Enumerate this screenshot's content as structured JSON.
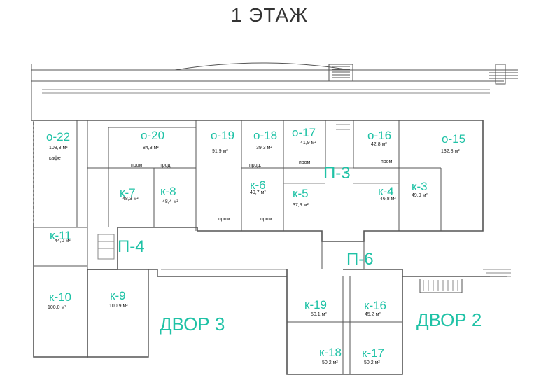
{
  "title": "1 ЭТАЖ",
  "colors": {
    "accent": "#1fc2a6",
    "walls": "#555555",
    "text": "#222222"
  },
  "rooms": [
    {
      "code": "о-22",
      "area": "108,3 м²"
    },
    {
      "code": "о-20",
      "area": "84,3 м²"
    },
    {
      "code": "о-19",
      "area": "91,9 м²"
    },
    {
      "code": "о-18",
      "area": "39,3 м²"
    },
    {
      "code": "о-17",
      "area": "41,9 м²"
    },
    {
      "code": "о-16",
      "area": "42,8 м²"
    },
    {
      "code": "о-15",
      "area": "132,8 м²"
    },
    {
      "code": "к-7",
      "area": "48,3 м²"
    },
    {
      "code": "к-8",
      "area": "48,4 м²"
    },
    {
      "code": "к-6",
      "area": "49,7 м²"
    },
    {
      "code": "к-5",
      "area": "37,9 м²"
    },
    {
      "code": "к-4",
      "area": "46,8 м²"
    },
    {
      "code": "к-3",
      "area": "49,9 м²"
    },
    {
      "code": "к-11",
      "area": "44,0 м²"
    },
    {
      "code": "к-10",
      "area": "100,0 м²"
    },
    {
      "code": "к-9",
      "area": "100,9 м²"
    },
    {
      "code": "к-19",
      "area": "50,1 м²"
    },
    {
      "code": "к-16",
      "area": "45,2 м²"
    },
    {
      "code": "к-18",
      "area": "50,2 м²"
    },
    {
      "code": "к-17",
      "area": "50,2 м²"
    }
  ],
  "passages": [
    "П-3",
    "П-4",
    "П-6"
  ],
  "yards": [
    "ДВОР 3",
    "ДВОР 2"
  ],
  "notes": {
    "cafe": "кафе",
    "prom": "пром.",
    "prod": "прод."
  }
}
